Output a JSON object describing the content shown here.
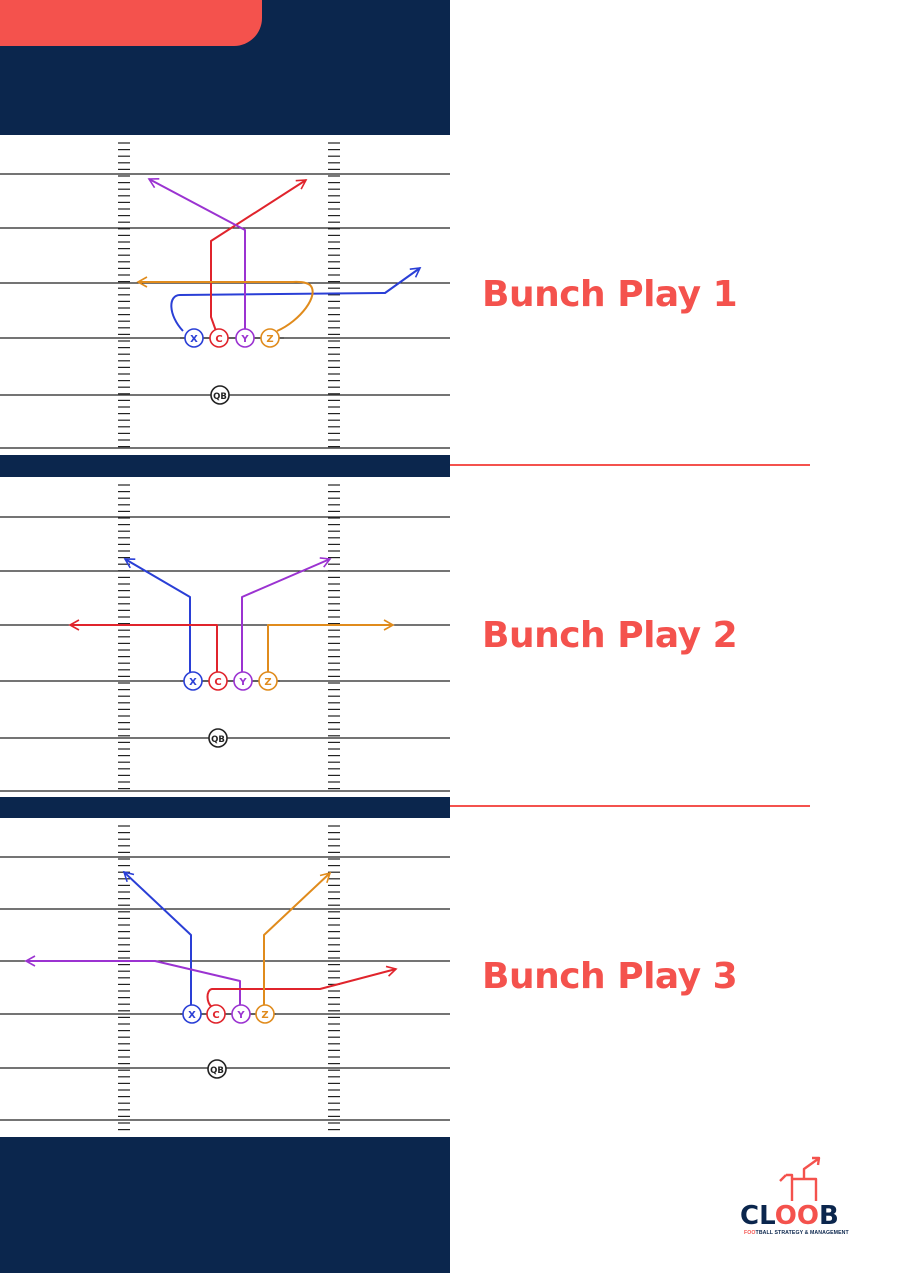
{
  "colors": {
    "navy": "#0b264d",
    "accent": "#f4524d",
    "x": "#2a3fd6",
    "c": "#e0242c",
    "y": "#9b33d1",
    "z": "#e08b1c",
    "line": "#222222"
  },
  "plays": [
    {
      "title": "Bunch Play 1"
    },
    {
      "title": "Bunch Play 2"
    },
    {
      "title": "Bunch Play 3"
    }
  ],
  "players": {
    "x": "X",
    "c": "C",
    "y": "Y",
    "z": "Z",
    "qb": "QB"
  },
  "logo": {
    "word_left": "CL",
    "word_accent": "O",
    "word_mid": "O",
    "word_right": "B",
    "tag_accent": "FOO",
    "tag_rest": "TBALL STRATEGY & MANAGEMENT"
  }
}
